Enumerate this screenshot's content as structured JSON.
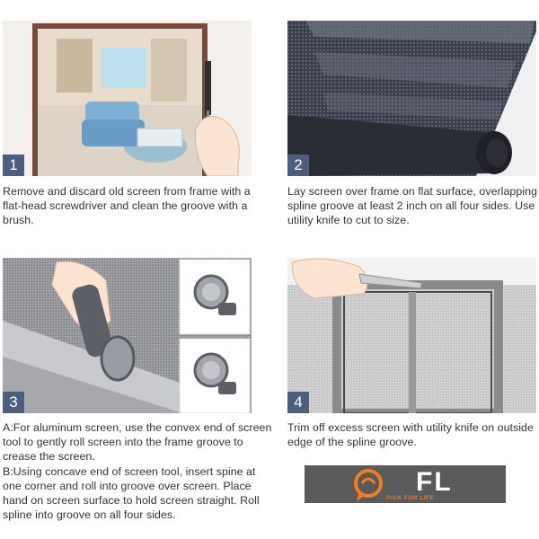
{
  "steps": [
    {
      "number": "1",
      "text": "Remove and discard old screen from frame with a flat-head screwdriver and clean the groove with a brush."
    },
    {
      "number": "2",
      "text": "Lay screen over frame on flat surface, overlapping spline groove at least 2 inch on all four sides. Use utility knife to cut to size."
    },
    {
      "number": "3",
      "text_a": "A:For aluminum screen, use the convex end of screen tool to gently roll screen into the frame groove to crease the screen.",
      "text_b": "B:Using concave end of screen tool, insert spine at one corner and roll into groove over screen. Place hand on screen surface to hold screen straight. Roll spline into groove on all four sides."
    },
    {
      "number": "4",
      "text": "Trim off excess screen with utility knife on outside edge of the spline groove."
    }
  ],
  "logo": {
    "brand": "FL",
    "tagline": "PICK FOR LIFE",
    "colors": {
      "background": "#5a5a5a",
      "accent": "#f07c24",
      "text": "#ffffff"
    }
  },
  "colors": {
    "badge": "#4d5d7d",
    "frame": "#7a4a3a",
    "mesh": "#3a3f4a"
  }
}
